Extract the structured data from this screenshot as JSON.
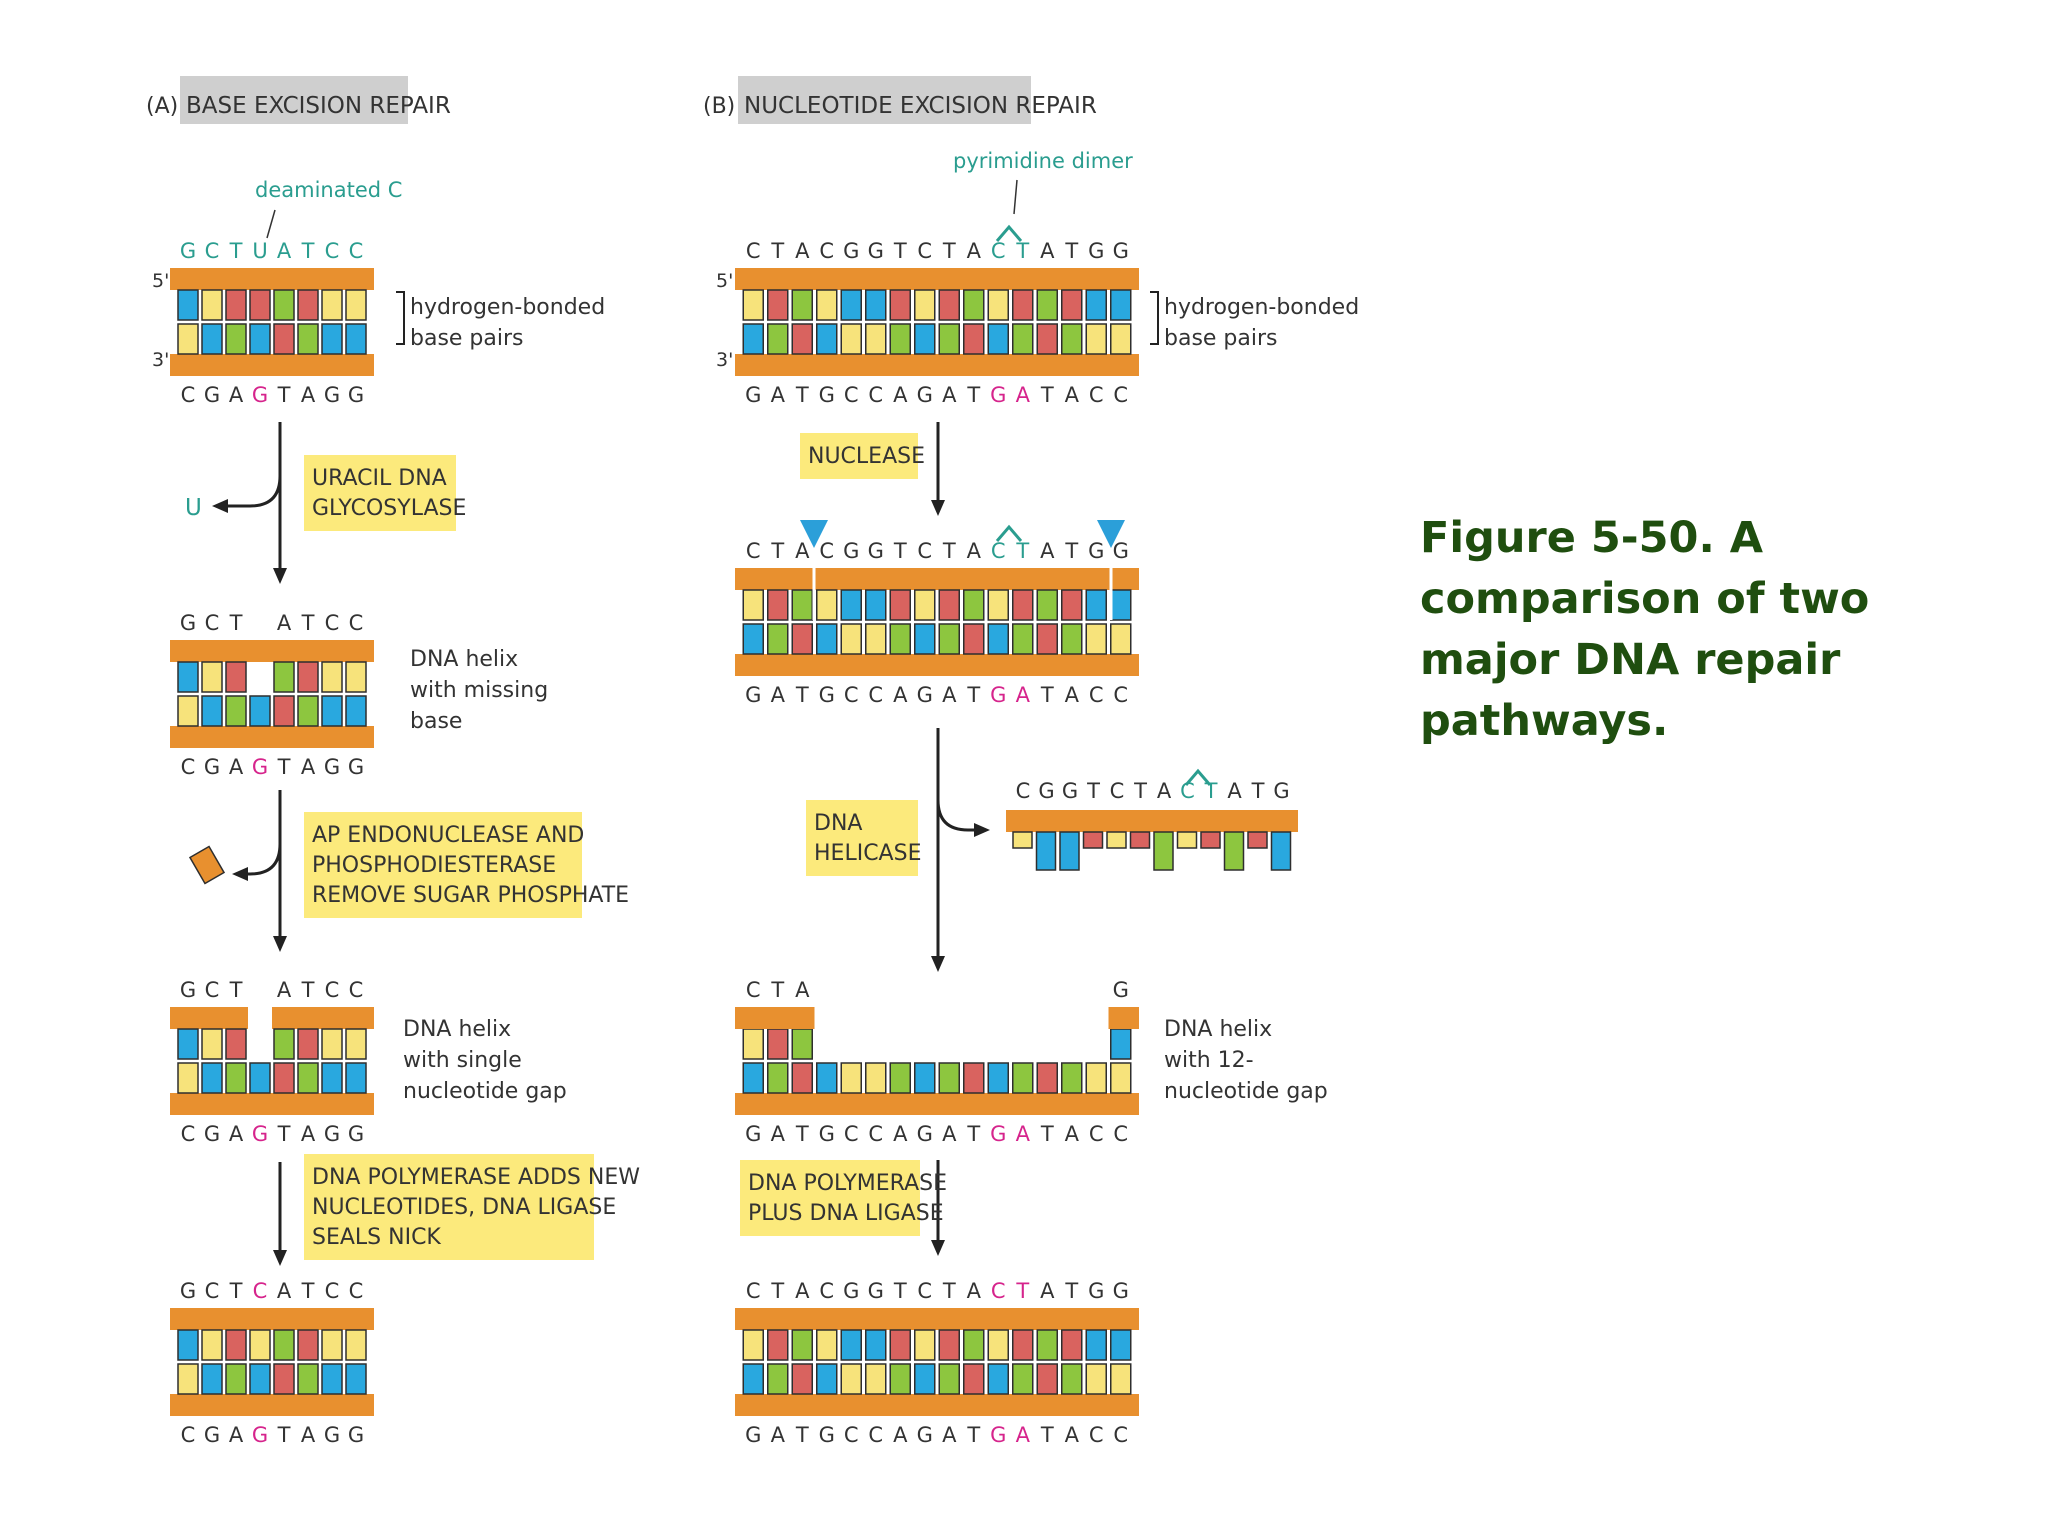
{
  "caption": "Figure 5-50. A comparison of two major DNA repair pathways.",
  "colors": {
    "backbone": "#e8902f",
    "base_green": "#8dc63f",
    "base_blue": "#29a8df",
    "base_red": "#d9635f",
    "base_yellow": "#f7e37b",
    "base_outline": "#2e2e2e",
    "label_box": "#fcea7c",
    "header_box": "#cfcfcf",
    "letter": "#333333",
    "teal": "#2a9d8f",
    "magenta": "#d6248c",
    "arrow": "#222222",
    "cut_marker": "#2b9fd9"
  },
  "panel_a": {
    "tag": "(A)",
    "header": "BASE EXCISION REPAIR",
    "damage_label": "deaminated C",
    "five_prime": "5'",
    "three_prime": "3'",
    "bp_label_1": "hydrogen-bonded",
    "bp_label_2": "base pairs",
    "step1_enzyme": [
      "URACIL DNA",
      "GLYCOSYLASE"
    ],
    "released_base": "U",
    "state2_label": [
      "DNA helix",
      "with missing",
      "base"
    ],
    "step2_enzyme": [
      "AP ENDONUCLEASE AND",
      "PHOSPHODIESTERASE",
      "REMOVE SUGAR PHOSPHATE"
    ],
    "state3_label": [
      "DNA helix",
      "with single",
      "nucleotide gap"
    ],
    "step3_enzyme": [
      "DNA POLYMERASE ADDS NEW",
      "NUCLEOTIDES, DNA LIGASE",
      "SEALS NICK"
    ],
    "seq_top_1": [
      "G",
      "C",
      "T",
      "U",
      "A",
      "T",
      "C",
      "C"
    ],
    "seq_bottom": [
      "C",
      "G",
      "A",
      "G",
      "T",
      "A",
      "G",
      "G"
    ],
    "seq_top_2": [
      "G",
      "C",
      "T",
      "",
      "A",
      "T",
      "C",
      "C"
    ],
    "seq_top_4": [
      "G",
      "C",
      "T",
      "C",
      "A",
      "T",
      "C",
      "C"
    ]
  },
  "panel_b": {
    "tag": "(B)",
    "header": "NUCLEOTIDE EXCISION REPAIR",
    "damage_label": "pyrimidine dimer",
    "five_prime": "5'",
    "three_prime": "3'",
    "bp_label_1": "hydrogen-bonded",
    "bp_label_2": "base pairs",
    "step1_enzyme": [
      "NUCLEASE"
    ],
    "step2_enzyme": [
      "DNA",
      "HELICASE"
    ],
    "state3_label": [
      "DNA helix",
      "with 12-",
      "nucleotide gap"
    ],
    "step3_enzyme": [
      "DNA POLYMERASE",
      "PLUS DNA LIGASE"
    ],
    "seq_top": [
      "C",
      "T",
      "A",
      "C",
      "G",
      "G",
      "T",
      "C",
      "T",
      "A",
      "C",
      "T",
      "A",
      "T",
      "G",
      "G"
    ],
    "seq_bottom": [
      "G",
      "A",
      "T",
      "G",
      "C",
      "C",
      "A",
      "G",
      "A",
      "T",
      "G",
      "A",
      "T",
      "A",
      "C",
      "C"
    ],
    "excised_seq": [
      "C",
      "G",
      "G",
      "T",
      "C",
      "T",
      "A",
      "C",
      "T",
      "A",
      "T",
      "G"
    ],
    "gap_top_left": [
      "C",
      "T",
      "A"
    ],
    "gap_top_right": [
      "G"
    ]
  }
}
